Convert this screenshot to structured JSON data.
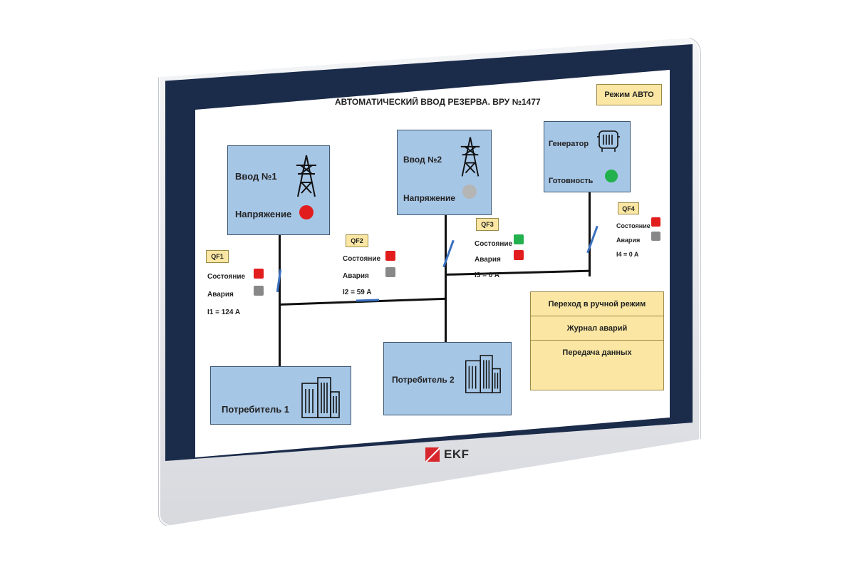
{
  "header": {
    "title": "АВТОМАТИЧЕСКИЙ ВВОД РЕЗЕРВА. ВРУ №1477",
    "mode": "Режим АВТО"
  },
  "inputs": [
    {
      "label": "Ввод №1",
      "voltage_label": "Напряжение",
      "voltage_color": "#e11d1d"
    },
    {
      "label": "Ввод №2",
      "voltage_label": "Напряжение",
      "voltage_color": "#b5b5b5"
    }
  ],
  "generator": {
    "label": "Генератор",
    "ready_label": "Готовность",
    "ready_color": "#22b14c"
  },
  "breakers": [
    {
      "tag": "QF1",
      "state_label": "Состояние",
      "state_color": "#e11d1d",
      "alarm_label": "Авария",
      "alarm_color": "#888888",
      "current": "I1 = 124 A"
    },
    {
      "tag": "QF2",
      "state_label": "Состояние",
      "state_color": "#e11d1d",
      "alarm_label": "Авария",
      "alarm_color": "#888888",
      "current": "I2 = 59 A"
    },
    {
      "tag": "QF3",
      "state_label": "Состояние",
      "state_color": "#22b14c",
      "alarm_label": "Авария",
      "alarm_color": "#e11d1d",
      "current": "I3 = 0 A"
    },
    {
      "tag": "QF4",
      "state_label": "Состояние",
      "state_color": "#e11d1d",
      "alarm_label": "Авария",
      "alarm_color": "#888888",
      "current": "I4 = 0 A"
    }
  ],
  "consumers": [
    {
      "label": "Потребитель 1"
    },
    {
      "label": "Потребитель 2"
    }
  ],
  "menu": {
    "items": [
      "Переход в ручной режим",
      "Журнал аварий",
      "Передача данных"
    ]
  },
  "brand": {
    "name": "EKF"
  },
  "icons": {
    "tower": "power-tower-icon",
    "generator": "generator-icon",
    "building": "building-icon"
  }
}
